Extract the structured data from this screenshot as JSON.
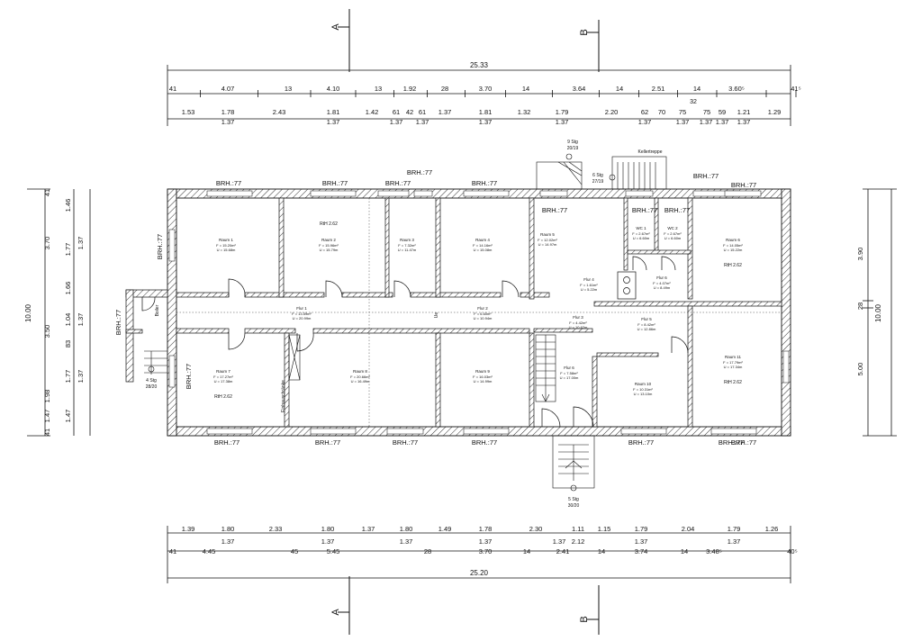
{
  "sections": {
    "a": "A",
    "b": "B"
  },
  "top_dims": {
    "total": "25.33",
    "row1": [
      "41",
      "4.07",
      "13",
      "4.10",
      "13",
      "1.92",
      "28",
      "3.70",
      "14",
      "3.64",
      "14",
      "2.51",
      "14",
      "3.60⁵",
      "41⁵"
    ],
    "row1_small": "32",
    "row2": [
      "1.53",
      "1.78",
      "2.43",
      "1.81",
      "1.42",
      "61",
      "42",
      "61",
      "1.37",
      "1.81",
      "1.32",
      "1.79",
      "2.20",
      "62",
      "70",
      "75",
      "75",
      "59",
      "1.21",
      "1.29"
    ],
    "row3": [
      "1.37",
      "1.37",
      "1.37",
      "1.37",
      "1.37",
      "1.37",
      "1.37",
      "1.37",
      "1.37",
      "1.37",
      "1.37",
      "1.37"
    ]
  },
  "bottom_dims": {
    "total": "25.20",
    "row1": [
      "1.39",
      "1.80",
      "2.33",
      "1.80",
      "1.37",
      "1.80",
      "1.49",
      "1.78",
      "2.30",
      "1.11",
      "1.15",
      "1.79",
      "2.04",
      "1.79",
      "1.26"
    ],
    "row2": [
      "1.37",
      "1.37",
      "1.37",
      "1.37",
      "1.37",
      "2.12",
      "1.37",
      "1.37"
    ],
    "row3": [
      "41",
      "4.45",
      "45",
      "5.45",
      "28",
      "3.70",
      "14",
      "2.41",
      "14",
      "3.74",
      "14",
      "3.48⁵",
      "40⁵"
    ]
  },
  "left_dims": {
    "total": "10.00",
    "outer": [
      "41",
      "3.70",
      "3.50",
      "1.98",
      "1.47",
      "41"
    ],
    "inner": [
      "1.46",
      "1.77",
      "1.66",
      "1.04",
      "83",
      "1.77",
      "1.47"
    ],
    "inner2": [
      "1.37",
      "1.37",
      "1.37"
    ]
  },
  "right_dims": {
    "total": "10.00",
    "parts": [
      "3.90",
      "28",
      "5.00"
    ]
  },
  "window_labels": [
    "BRH.:77",
    "BRH.:77",
    "BRH.:77",
    "BRH.:77",
    "BRH.:77",
    "BRH.:77",
    "BRH.:77",
    "BRH.:77",
    "BRH.:77",
    "BRH.:77",
    "BRH.:77",
    "BRH.:77",
    "BRH.:77",
    "BRH.:77",
    "BRH.:77",
    "BRH.:77",
    "BRH.:77",
    "BRH.:77",
    "BRH.:77",
    "BRH.:77"
  ],
  "rooms": [
    {
      "name": "Raum 1",
      "area": "F = 15.20m²",
      "perim": "U = 15.68m",
      "extra": ""
    },
    {
      "name": "Raum 2",
      "area": "F = 15.96m²",
      "perim": "U = 15.79m",
      "extra": "RtH 2.62"
    },
    {
      "name": "Raum 3",
      "area": "F = 7.32m²",
      "perim": "U = 11.47m",
      "extra": ""
    },
    {
      "name": "Raum 4",
      "area": "F = 14.16m²",
      "perim": "U = 15.08m",
      "extra": ""
    },
    {
      "name": "Raum 5",
      "area": "F = 12.02m²",
      "perim": "U = 14.97m",
      "extra": ""
    },
    {
      "name": "WC 1",
      "area": "F = 2.67m²",
      "perim": "U = 6.60m",
      "extra": ""
    },
    {
      "name": "WC 2",
      "area": "F = 2.67m²",
      "perim": "U = 6.60m",
      "extra": ""
    },
    {
      "name": "Raum 6",
      "area": "F = 14.05m²",
      "perim": "U = 15.22m",
      "extra": "RtH 2.62"
    },
    {
      "name": "Flur 6",
      "area": "F = 4.07m²",
      "perim": "U = 8.49m",
      "extra": ""
    },
    {
      "name": "Flur 4",
      "area": "F = 1.61m²",
      "perim": "U = 5.22m",
      "extra": ""
    },
    {
      "name": "Flur 1",
      "area": "F = 13.59m²",
      "perim": "U = 20.99m",
      "extra": ""
    },
    {
      "name": "Flur 2",
      "area": "F = 6.60m²",
      "perim": "U = 10.94m",
      "extra": ""
    },
    {
      "name": "Flur 3",
      "area": "F = 4.42m²",
      "perim": "U = 10.62m",
      "extra": ""
    },
    {
      "name": "Flur 5",
      "area": "F = 8.42m²",
      "perim": "U = 12.86m",
      "extra": ""
    },
    {
      "name": "Raum 7",
      "area": "F = 17.27m²",
      "perim": "U = 17.38m",
      "extra": "RtH 2.62"
    },
    {
      "name": "Raum 8",
      "area": "F = 20.66m²",
      "perim": "U = 16.49m",
      "extra": ""
    },
    {
      "name": "Raum 9",
      "area": "F = 16.03m²",
      "perim": "U = 14.99m",
      "extra": ""
    },
    {
      "name": "Flur 6",
      "area": "F = 7.58m²",
      "perim": "U = 17.00m",
      "extra": ""
    },
    {
      "name": "Raum 10",
      "area": "F = 10.31m²",
      "perim": "U = 13.10m",
      "extra": ""
    },
    {
      "name": "Raum 11",
      "area": "F = 17.79m²",
      "perim": "U = 17.34m",
      "extra": "RtH 2.62"
    }
  ],
  "stairs": {
    "top_left": {
      "label": "9 Stg",
      "ratio": "20/19"
    },
    "top_mid": {
      "label": "6 Stg",
      "ratio": "27/19"
    },
    "keller": "Kellertreppe",
    "left": {
      "label": "4 Stg",
      "ratio": "28/20"
    },
    "bottom": {
      "label": "5 Stg",
      "ratio": "30/20"
    }
  },
  "notes": {
    "einbau": "Einbauschränke",
    "boiler": "Boiler",
    "ue": "Ue"
  }
}
